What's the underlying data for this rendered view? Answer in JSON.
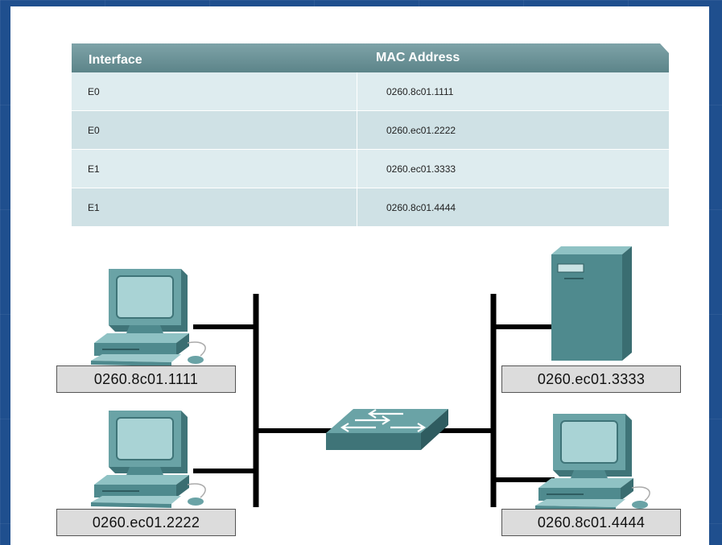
{
  "table": {
    "headers": {
      "interface": "Interface",
      "mac": "MAC Address"
    },
    "rows": [
      {
        "interface": "E0",
        "mac": "0260.8c01.1111"
      },
      {
        "interface": "E0",
        "mac": "0260.ec01.2222"
      },
      {
        "interface": "E1",
        "mac": "0260.ec01.3333"
      },
      {
        "interface": "E1",
        "mac": "0260.8c01.4444"
      }
    ]
  },
  "devices": {
    "pc_top_left": {
      "label": "0260.8c01.1111",
      "icon": "computer-icon"
    },
    "pc_bottom_left": {
      "label": "0260.ec01.2222",
      "icon": "computer-icon"
    },
    "server_top_right": {
      "label": "0260.ec01.3333",
      "icon": "server-icon"
    },
    "pc_bottom_right": {
      "label": "0260.8c01.4444",
      "icon": "computer-icon"
    },
    "bridge": {
      "icon": "switch-icon"
    }
  },
  "colors": {
    "background": "#1f4f8e",
    "table_header": "#6d959a",
    "table_row_light": "#deecef",
    "table_row_dark": "#cfe1e5",
    "device_body": "#4f8a8e"
  }
}
